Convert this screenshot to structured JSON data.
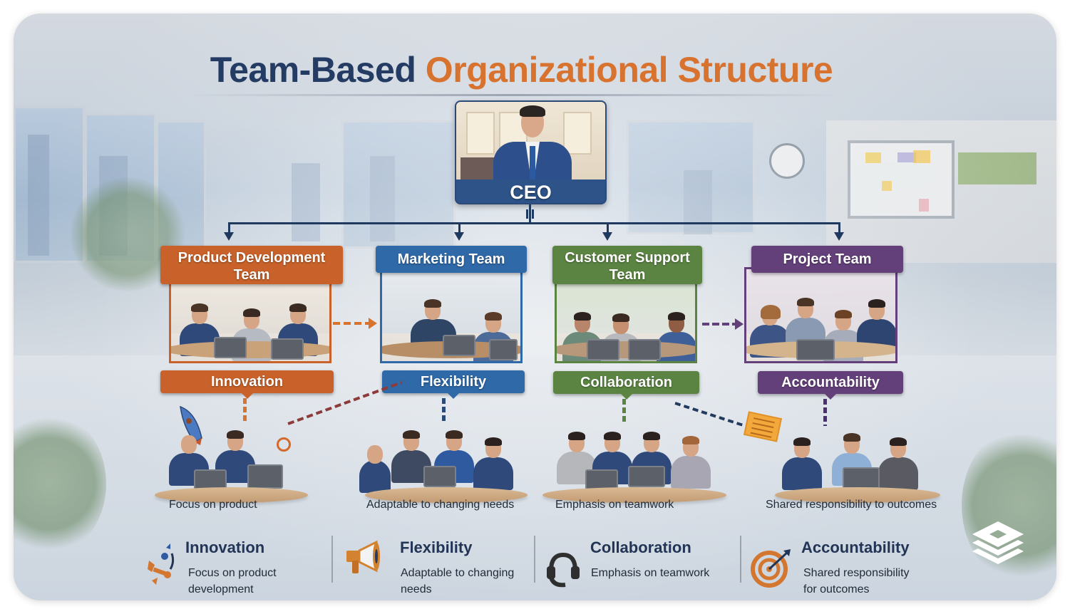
{
  "title": {
    "part1": "Team-Based",
    "part2": "Organizational Structure",
    "colors": {
      "part1": "#243c63",
      "part2": "#d8732f"
    }
  },
  "ceo": {
    "label": "CEO",
    "color": "#2d5389"
  },
  "teams": [
    {
      "name": "Product Development Team",
      "name_line1": "Product Development",
      "name_line2": "Team",
      "value": "Innovation",
      "color": "#c8622a",
      "caption": "Focus on product"
    },
    {
      "name": "Marketing Team",
      "name_line1": "Marketing Team",
      "name_line2": "",
      "value": "Flexibility",
      "color": "#2f69a8",
      "caption": "Adaptable to changing needs"
    },
    {
      "name": "Customer Support Team",
      "name_line1": "Customer Support",
      "name_line2": "Team",
      "value": "Collaboration",
      "color": "#5b8442",
      "caption": "Emphasis on teamwork"
    },
    {
      "name": "Project Team",
      "name_line1": "Project Team",
      "name_line2": "",
      "value": "Accountability",
      "color": "#64407a",
      "caption": "Shared responsibility to outcomes"
    }
  ],
  "legend": [
    {
      "icon": "rocket-icon",
      "title": "Innovation",
      "desc_line1": "Focus on product",
      "desc_line2": "development"
    },
    {
      "icon": "megaphone-icon",
      "title": "Flexibility",
      "desc_line1": "Adaptable to changing",
      "desc_line2": "needs"
    },
    {
      "icon": "headset-icon",
      "title": "Collaboration",
      "desc_line1": "Emphasis on teamwork",
      "desc_line2": ""
    },
    {
      "icon": "target-icon",
      "title": "Accountability",
      "desc_line1": "Shared responsibility",
      "desc_line2": "for outcomes"
    }
  ],
  "logo": {
    "icon": "layers-logo-icon"
  }
}
